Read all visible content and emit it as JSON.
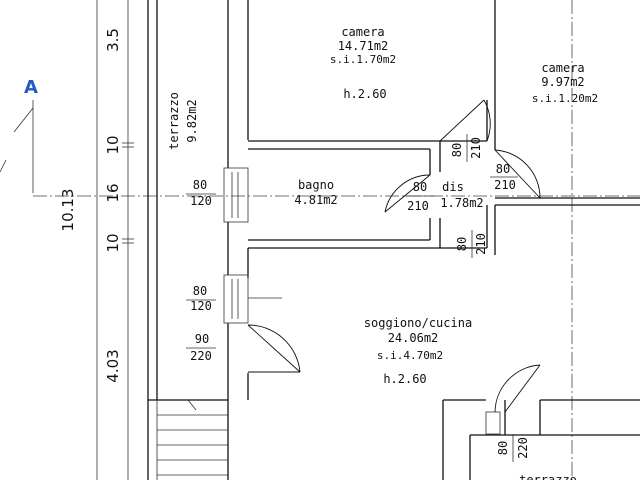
{
  "section_marker": {
    "label": "A",
    "color": "#1f5bc4"
  },
  "dimensions": {
    "total": "10.13",
    "top": "3.5",
    "wall_a": "10",
    "corridor": "16",
    "wall_b": "10",
    "bottom": "4.03"
  },
  "rooms": {
    "camera_1": {
      "name": "camera",
      "area": "14.71m2",
      "si": "s.i.1.70m2",
      "height": "h.2.60"
    },
    "camera_2": {
      "name": "camera",
      "area": "9.97m2",
      "si": "s.i.1.20m2"
    },
    "terrazzo_1": {
      "name": "terrazzo",
      "area": "9.82m2"
    },
    "bagno": {
      "name": "bagno",
      "area": "4.81m2"
    },
    "dis": {
      "name": "dis",
      "area": "1.78m2"
    },
    "soggiorno": {
      "name": "soggiono/cucina",
      "area": "24.06m2",
      "si": "s.i.4.70m2",
      "height": "h.2.60"
    },
    "terrazzo_2": {
      "name": "terrazzo"
    }
  },
  "openings": {
    "o1": {
      "w": "80",
      "h": "210"
    },
    "o2": {
      "w": "80",
      "h": "210"
    },
    "o3": {
      "w": "80",
      "h": "210"
    },
    "o4": {
      "w": "80",
      "h": "210"
    },
    "o5": {
      "w": "80",
      "h": "120"
    },
    "o6": {
      "w": "80",
      "h": "120"
    },
    "o7": {
      "w": "90",
      "h": "220"
    },
    "o8": {
      "w": "80",
      "h": "220"
    }
  }
}
